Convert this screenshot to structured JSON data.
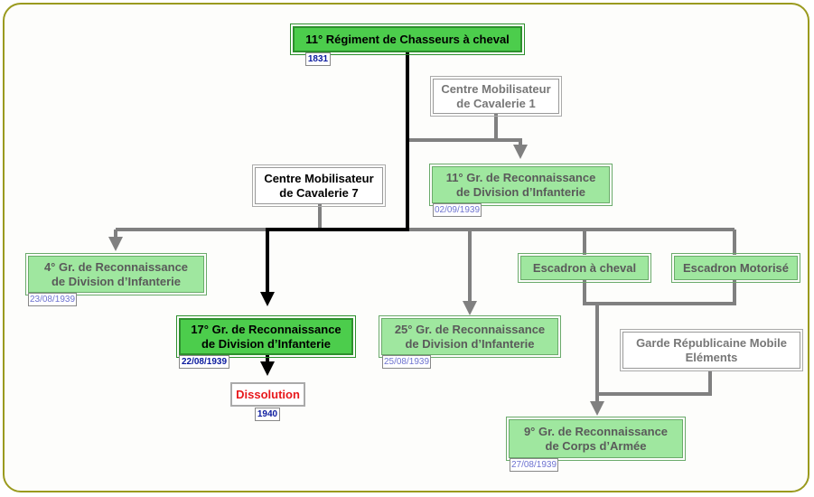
{
  "colors": {
    "frame_border": "#9a9a1e",
    "active_green": "#4ccd4c",
    "unit_green": "#9fe79f",
    "connector_gray": "#808080",
    "connector_black": "#000000",
    "dissolution_red": "#e8191c"
  },
  "nodes": {
    "regiment": {
      "lines": [
        "11° Régiment de Chasseurs à cheval"
      ],
      "date": "1831"
    },
    "cm1": {
      "lines": [
        "Centre Mobilisateur",
        "de Cavalerie 1"
      ]
    },
    "cm7": {
      "lines": [
        "Centre Mobilisateur",
        "de Cavalerie 7"
      ]
    },
    "gr11": {
      "lines": [
        "11° Gr. de Reconnaissance",
        "de Division d’Infanterie"
      ],
      "date": "02/09/1939"
    },
    "gr4": {
      "lines": [
        "4° Gr. de Reconnaissance",
        "de Division d’Infanterie"
      ],
      "date": "23/08/1939"
    },
    "gr17": {
      "lines": [
        "17° Gr. de Reconnaissance",
        "de Division d’Infanterie"
      ],
      "date": "22/08/1939"
    },
    "gr25": {
      "lines": [
        "25° Gr. de Reconnaissance",
        "de Division d’Infanterie"
      ],
      "date": "25/08/1939"
    },
    "esc_cheval": {
      "lines": [
        "Escadron à cheval"
      ]
    },
    "esc_moto": {
      "lines": [
        "Escadron Motorisé"
      ]
    },
    "garde": {
      "lines": [
        "Garde Républicaine Mobile",
        "Eléments"
      ]
    },
    "gr9": {
      "lines": [
        "9° Gr. de Reconnaissance",
        "de Corps d’Armée"
      ],
      "date": "27/08/1939"
    },
    "dissolution": {
      "lines": [
        "Dissolution"
      ],
      "date": "1940"
    }
  }
}
